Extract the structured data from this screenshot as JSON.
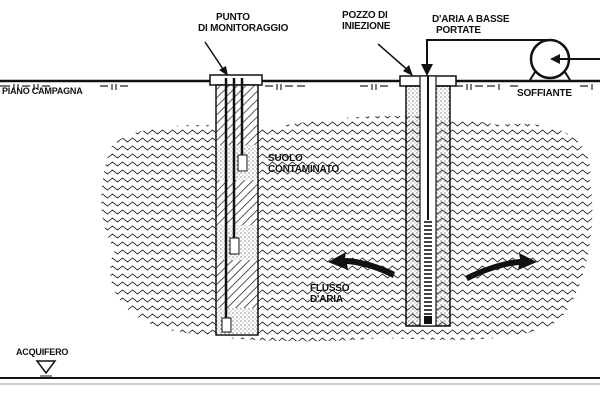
{
  "labels": {
    "monitoring_point": [
      "PUNTO",
      "DI MONITORAGGIO"
    ],
    "injection_well": [
      "POZZO DI",
      "INIEZIONE"
    ],
    "low_flow_air": [
      "D'ARIA A BASSE",
      "PORTATE"
    ],
    "ground_level": "PIANO CAMPAGNA",
    "blower": "SOFFIANTE",
    "contaminated_soil": [
      "SUOLO",
      "CONTAMINATO"
    ],
    "air_flow": [
      "FLUSSO",
      "D'ARIA"
    ],
    "aquifer": "ACQUIFERO"
  },
  "colors": {
    "ink": "#111111",
    "soil": "#cfcfcf",
    "background": "#ffffff"
  }
}
